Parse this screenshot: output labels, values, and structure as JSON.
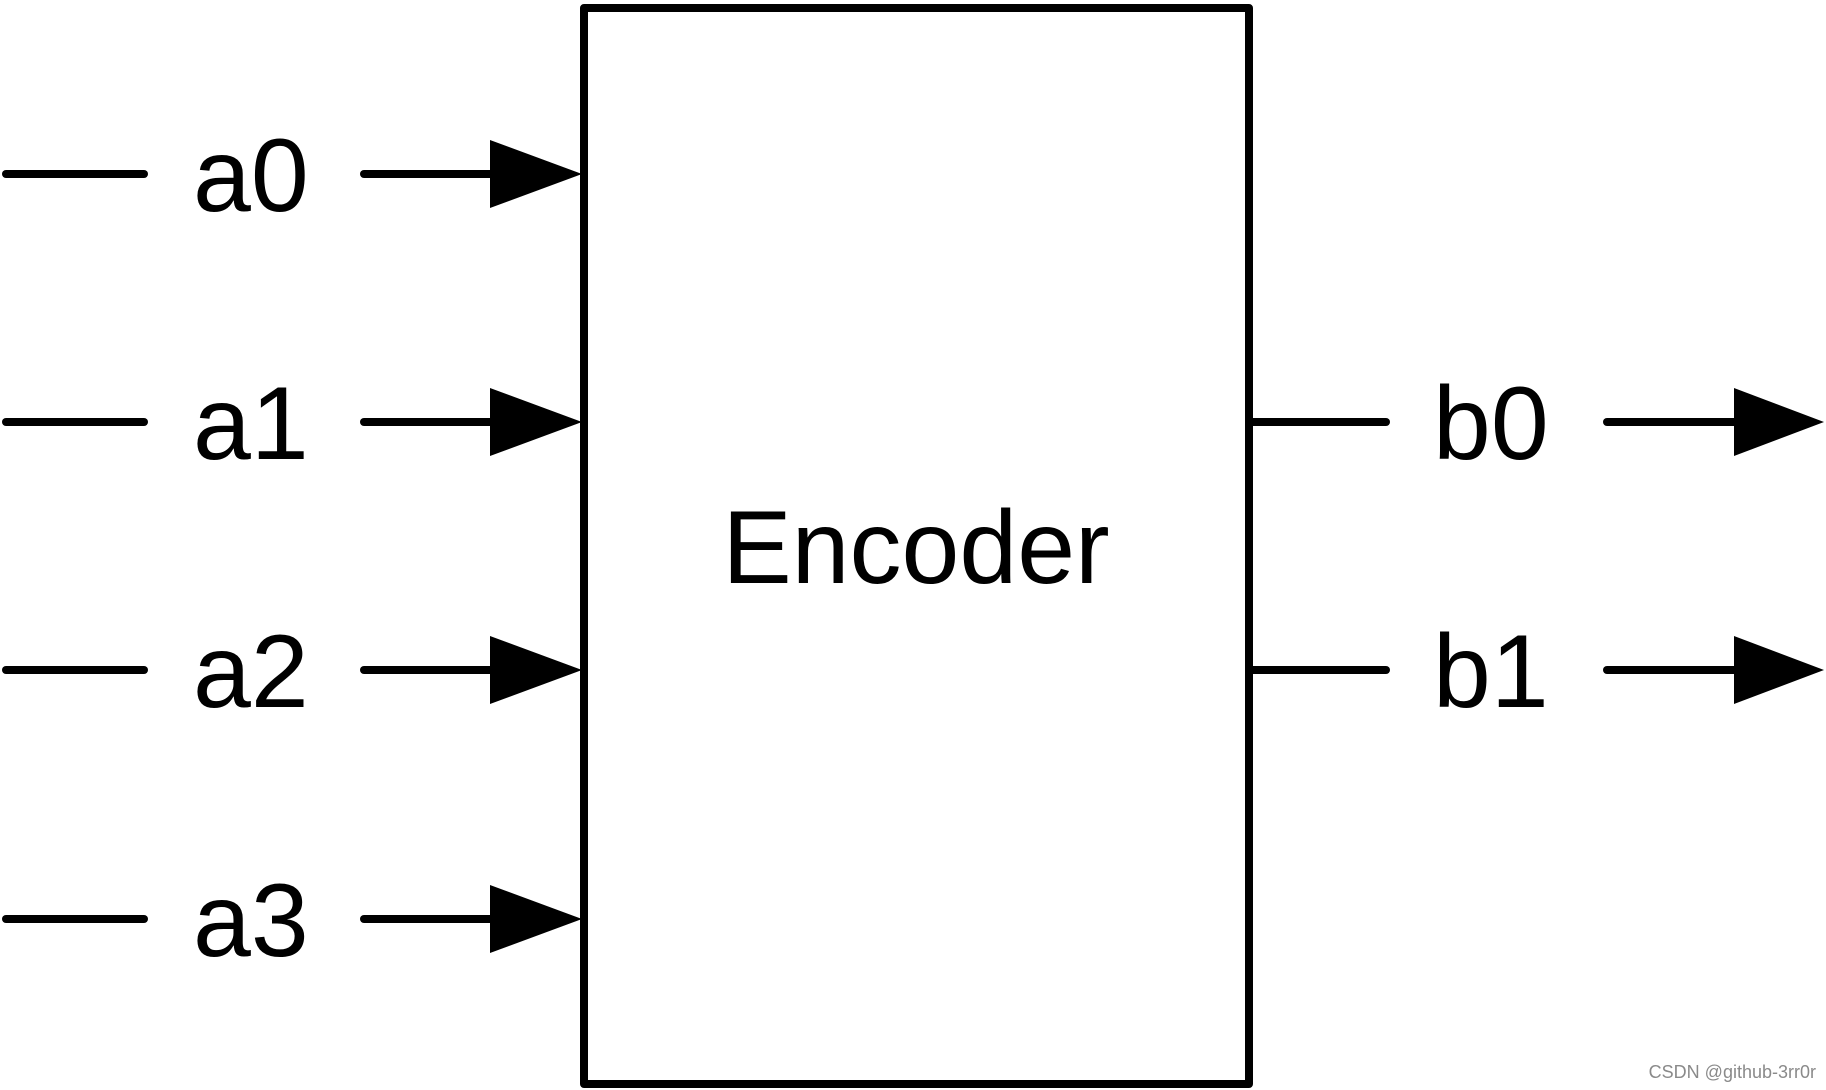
{
  "block": {
    "label": "Encoder"
  },
  "inputs": [
    {
      "label": "a0"
    },
    {
      "label": "a1"
    },
    {
      "label": "a2"
    },
    {
      "label": "a3"
    }
  ],
  "outputs": [
    {
      "label": "b0"
    },
    {
      "label": "b1"
    }
  ],
  "watermark": "CSDN @github-3rr0r",
  "colors": {
    "stroke": "#000000",
    "background": "#ffffff",
    "watermark": "#8a8a8a"
  }
}
